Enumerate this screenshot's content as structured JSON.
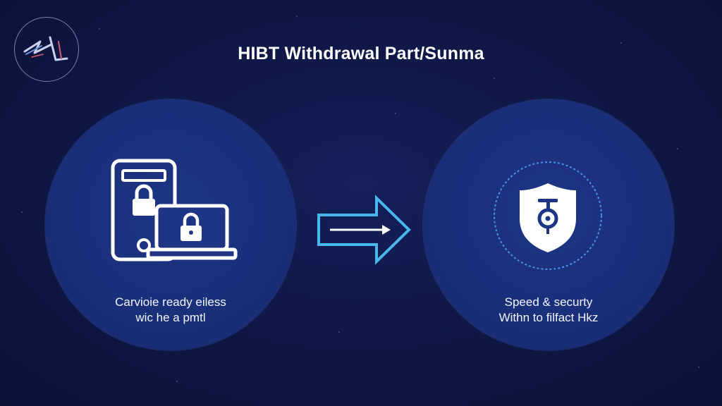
{
  "title": "HIBT Withdrawal Part/Sunma",
  "logo": {
    "icon": "brand-logo-icon"
  },
  "left_panel": {
    "icon": "phone-laptop-lock-icon",
    "caption_line1": "Carvioie ready eiless",
    "caption_line2": "wic he a pmtl"
  },
  "arrow": {
    "icon": "arrow-right-icon"
  },
  "right_panel": {
    "icon": "shield-icon",
    "caption_line1": "Speed & securty",
    "caption_line2": "Withn to filfact Hkz"
  },
  "colors": {
    "background": "#0f1847",
    "panel": "#1a2f7a",
    "accent": "#48b8ec",
    "text": "#ffffff"
  }
}
